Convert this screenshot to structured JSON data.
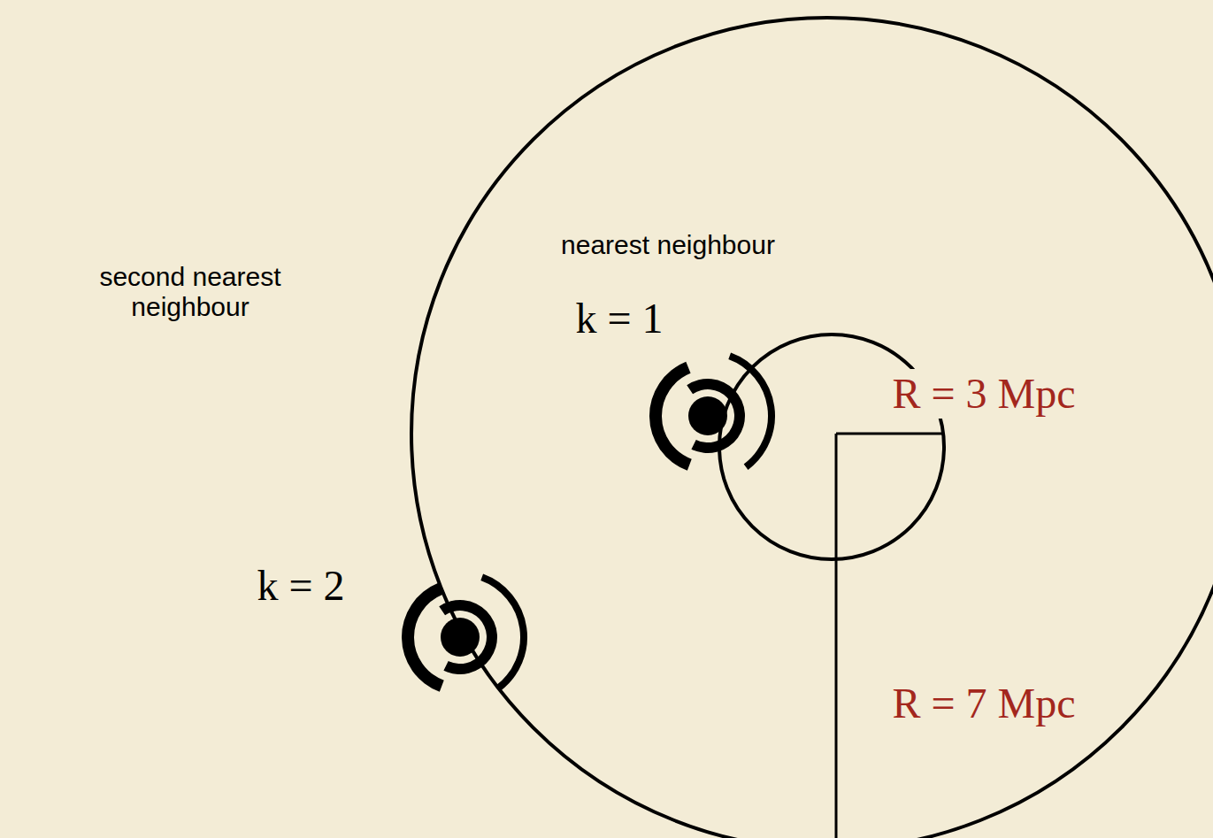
{
  "diagram": {
    "labels": [
      "nearest neighbour",
      "k = 1",
      "R = 3 Mpc",
      "second nearest neighbour",
      "k = 2",
      "R = 7 Mpc"
    ]
  }
}
